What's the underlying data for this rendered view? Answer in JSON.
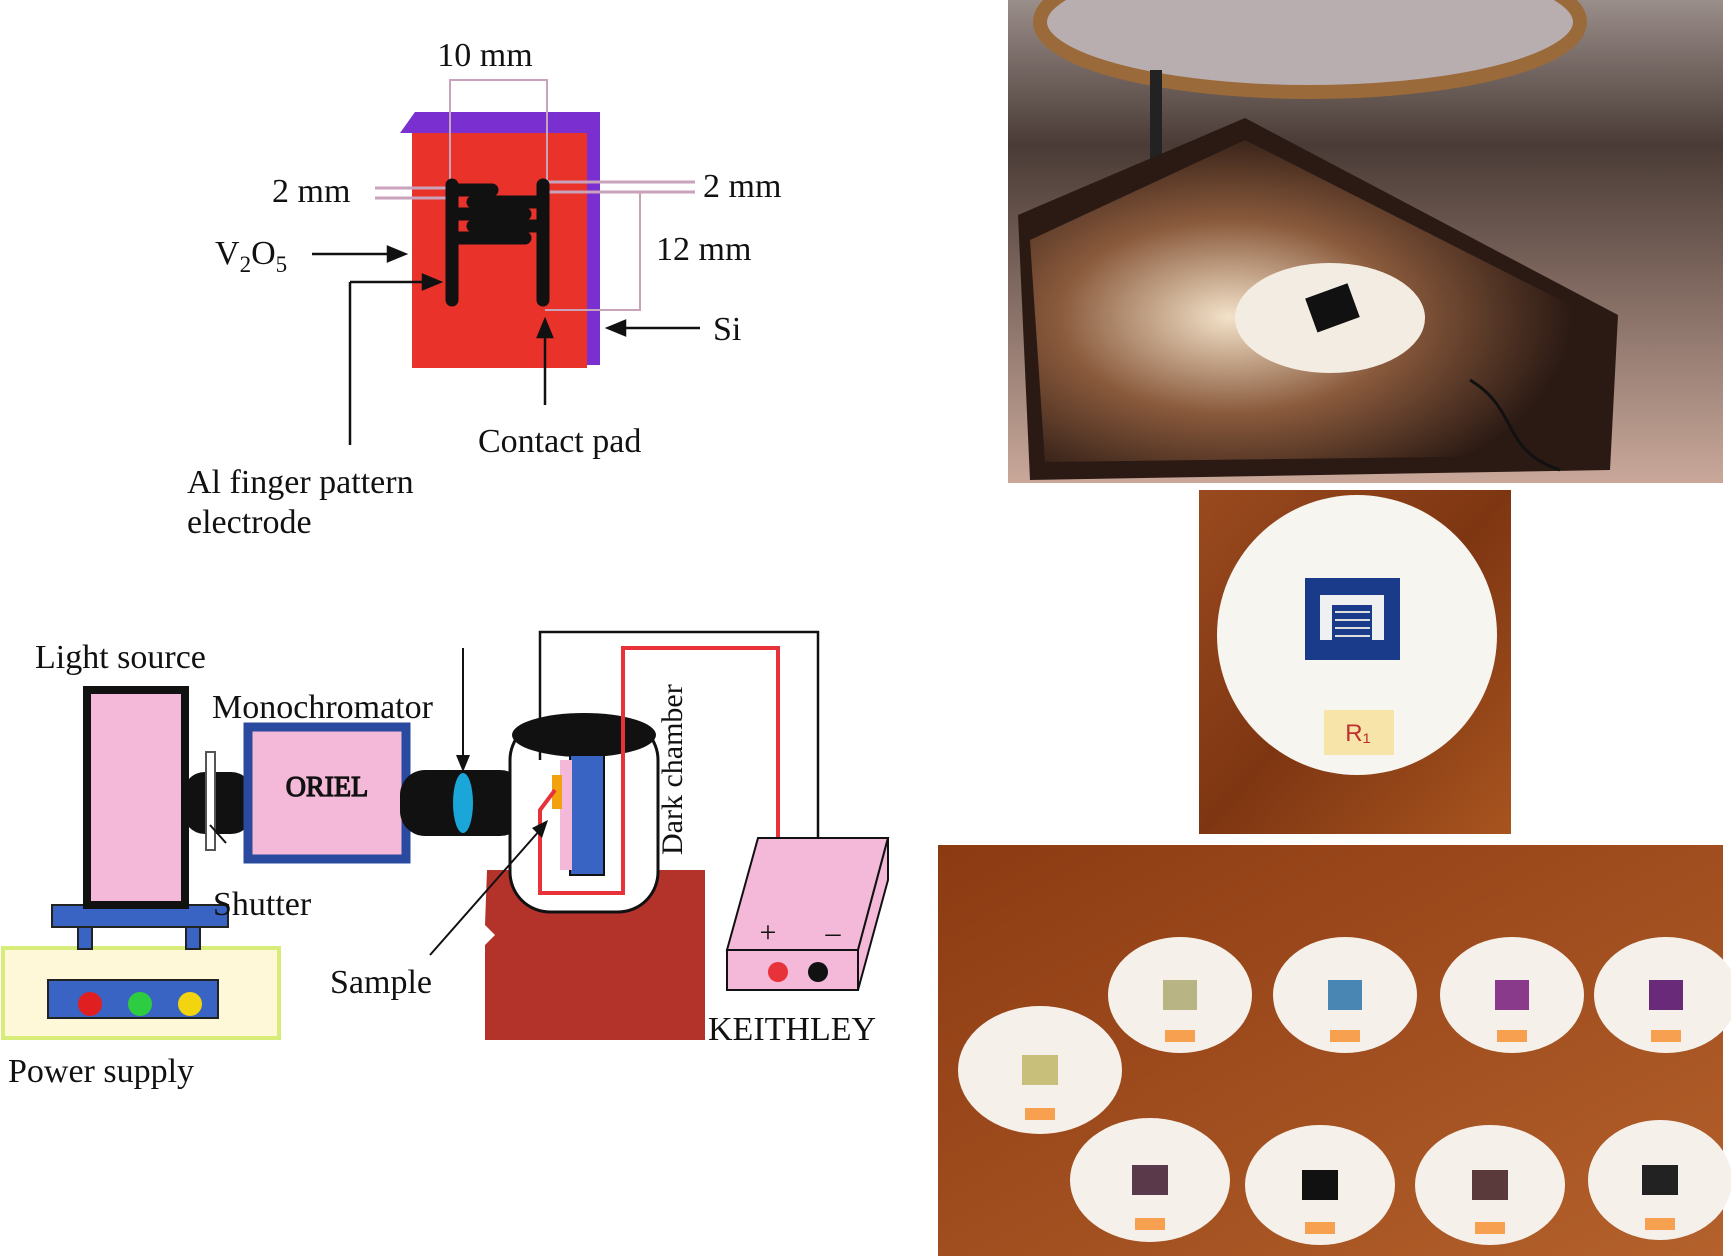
{
  "device": {
    "width_label": "10 mm",
    "gap_left_label": "2 mm",
    "gap_right_label": "2 mm",
    "length_label": "12 mm",
    "film_label_main": "V",
    "film_label_sub1": "2",
    "film_label_mid": "O",
    "film_label_sub2": "5",
    "substrate_label": "Si",
    "contact_label": "Contact pad",
    "electrode_label_line1": "Al finger pattern",
    "electrode_label_line2": "electrode"
  },
  "setup": {
    "light_source_label": "Light source",
    "monochromator_label": "Monochromator",
    "oriel_label": "ORIEL",
    "dark_chamber_label": "Dark chamber",
    "shutter_label": "Shutter",
    "sample_label": "Sample",
    "power_supply_label": "Power supply",
    "keithley_label": "KEITHLEY",
    "plus_sign": "+",
    "minus_sign": "–"
  },
  "photos": {
    "mount_label": "R₁"
  },
  "colors": {
    "film_red": "#e8322a",
    "substrate_purple": "#7a2fd0",
    "lamp_pink": "#f4b8d8",
    "table_red": "#b3332b",
    "wire_red": "#e8323a",
    "lens_blue": "#1aa6d8",
    "power_frame": "#d8ec7a"
  }
}
